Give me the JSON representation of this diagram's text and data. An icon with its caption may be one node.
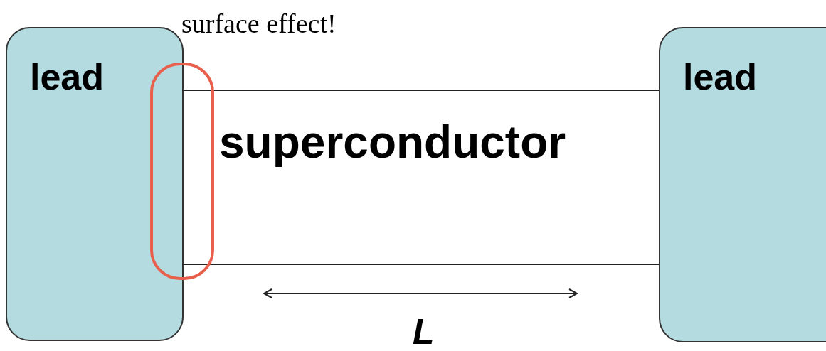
{
  "diagram": {
    "nodes": [
      {
        "text": [
          "lead"
        ]
      },
      {
        "text": [
          "superconductor"
        ]
      },
      {
        "text": [
          "lead"
        ]
      }
    ],
    "edges": [],
    "labels": [
      "surface effect!",
      "L"
    ]
  }
}
